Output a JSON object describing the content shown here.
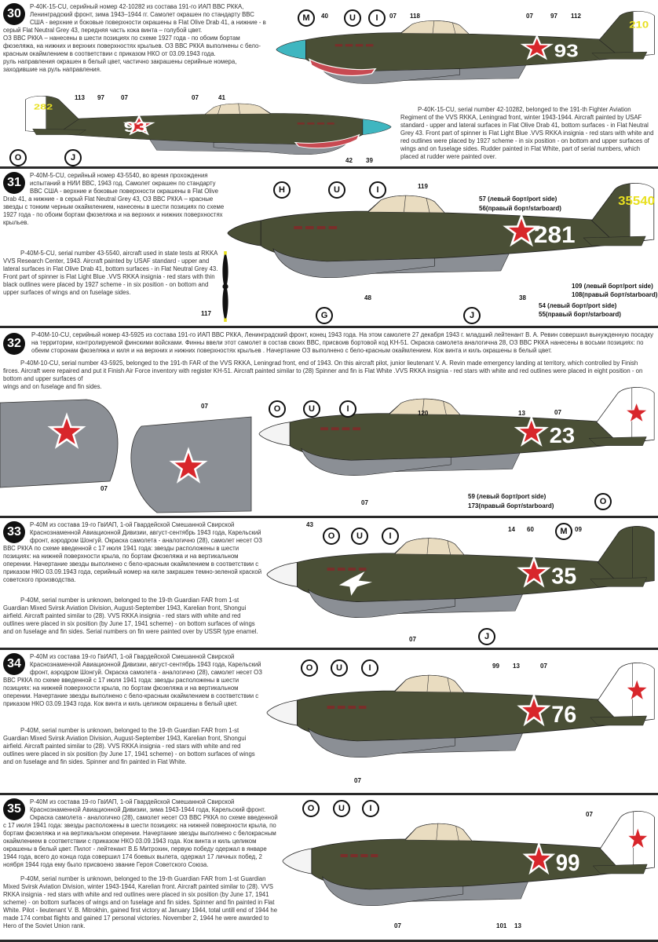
{
  "colors": {
    "olive": "#4a4f36",
    "grey": "#8b8f95",
    "star": "#d8262b",
    "spinner_blue": "#3fb6c0",
    "yellow": "#e8e020",
    "canopy": "#e9dcc0"
  },
  "panels": [
    {
      "number": "30",
      "ru": "P-40K-15-CU, серийный номер 42-10282 из состава 191-го ИАП ВВС РККА, Ленинградский фронт, зима 1943–1944 гг.  Самолет окрашен по стандарту ВВС США -  верхние и боковые поверхности окрашены в Flat Olive Drab 41, а нижние - в серый Flat Neutral Grey 43, передняя часть кока винта – голубой цвет.\nОЗ ВВС РККА – нанесены в шести позициях по схеме 1927 года - по обоим бортам фюзеляжа, на нижних и верхних поверхностях крыльев. ОЗ ВВС РККА выполнены с бело-красным окаймлением в соответствии с приказом НКО  от 03.09.1943 года.\nруль направления окрашен в белый цвет, частично закрашены серийные номера, заходившие на руль направления.",
      "en": "P-40K-15-CU, serial number 42-10282, belonged to the 191-th Fighter Aviation Regiment  of the VVS RKKA, Leningrad front, winter 1943-1944. Aircraft painted by USAF standard - upper and lateral surfaces in Flat Olive Drab 41, bottom surfaces - in Flat Neutral Grey 43. Front part of spinner is Flat Light Blue .VVS RKKA insignia - red stars with white and red outlines  were placed by 1927 scheme -  in six position - on bottom and upper surfaces of wings and on fuselage sides. Rudder painted in Flat White, part of serial numbers, which placed at rudder were painted over.",
      "planes": [
        {
          "serial": "93",
          "tail": "210"
        },
        {
          "serial": "93",
          "tail": "282"
        }
      ],
      "callouts": [
        "M",
        "40",
        "U",
        "I",
        "07",
        "118",
        "07",
        "97",
        "112",
        "113",
        "97",
        "07",
        "07",
        "41",
        "O",
        "J",
        "42",
        "39"
      ]
    },
    {
      "number": "31",
      "ru": "P-40M-5-CU,  серийный номер 43-5540,  во время прохождения испытаний в НИИ ВВС, 1943 год. Самолет окрашен по стандарту ВВС США -  верхние и боковые поверхности окрашены в Flat Olive Drab 41, а нижние - в серый Flat Neutral Grey 43, ОЗ ВВС РККА – красные звезды с тонким черным окаймлением, нанесены в шести позициях по схеме 1927 года - по обоим бортам фюзеляжа и на верхних и нижних поверхностях крыльев.",
      "en": "P-40M-5-CU, serial number 43-5540, aircraft used in state tests at RKKA VVS Research Center, 1943. Aircraft painted by USAF standard - upper and lateral surfaces in Flat Olive Drab 41, bottom surfaces - in Flat Neutral Grey 43. Front part of spinner is Flat Light Blue .VVS RKKA insignia - red stars with thin black outlines  were placed by 1927 scheme -  in six position - on bottom and upper surfaces of wings and on fuselage sides.",
      "planes": [
        {
          "serial": "281",
          "tail": "35540"
        }
      ],
      "callouts": [
        "57 (левый борт/port side)",
        "56(правый борт/starboard)",
        "117",
        "H",
        "U",
        "I",
        "119",
        "109 (левый борт/port side)",
        "108(правый борт/starboard)",
        "G",
        "48",
        "J",
        "38",
        "54 (левый борт/port side)",
        "55(правый борт/starboard)"
      ]
    },
    {
      "number": "32",
      "ru": "P-40M-10-CU, серийный номер 43-5925 из состава 191-го ИАП ВВС РККА, Ленинградский фронт, конец 1943 года. На этом самолете 27 декабря 1943 г. младший лейтенант В. А. Ревин совершил вынужденную посадку на территории, контролируемой финскими войсками. Финны ввели этот самолет в состав своих ВВС, присвоив бортовой код KH-51. Окраска самолета аналогична 28, ОЗ ВВС РККА нанесены в восьми позициях: по обеим сторонам фюзеляжа и киля и на верхних и нижних поверхностях крыльев . Начертание ОЗ выполнено с бело-красным окаймлением. Кок винта и киль окрашены в белый цвет.",
      "en": "P-40M-10-CU, serial number 43-5925, belonged to the 191-th FAR of the VVS RKKA, Leningrad front, end of 1943. On this aircraft pilot, junior lieutenant V. A. Revin made emergency landing at territory, which controlled by Finish firces. Aircraft were repaired and put it Finish Air Force inventory with register KH-51.  Aircraft painted similar to (28) Spinner and fin is Flat White .VVS RKKA insignia - red stars with white and red outlines were placed in eight position - on bottom and upper surfaces of\nwings and on fuselage and fin sides.",
      "planes": [
        {
          "serial": "23",
          "tail": ""
        }
      ],
      "callouts": [
        "O",
        "U",
        "I",
        "120",
        "13",
        "07",
        "07",
        "07",
        "07",
        "59 (левый борт/port side)",
        "173(правый борт/starboard)",
        "O"
      ]
    },
    {
      "number": "33",
      "ru": "P-40M из состава 19-го ГвИАП, 1-ой Гвардейской Смешанной Свирской Краснознаменной Авиационной Дивизии, август-сентябрь 1943 года, Карельский фронт, аэродром Шонгуй. Окраска самолета - аналогично (28), самолет несет ОЗ ВВС РККА по схеме введенной с 17 июля 1941 года: звезды расположены в шести позициях: на нижней поверхности крыла, по бортам фюзеляжа и на вертикальном оперении. Начертание звезды выполнено с бело-красным окаймлением в соответствии с приказом НКО 03.09.1943 года, серийный номер на киле закрашен темно-зеленой краской советского производства.",
      "en": "P-40M, serial number is unknown, belonged to the 19-th Guardian FAR from 1-st Guardian Mixed Svirsk Aviation Division, August-September 1943, Karelian front, Shongui airfield. Aircraft painted similar to (28). VVS RKKA insignia - red stars with white and red outlines were placed in six position (by June 17, 1941 scheme) - on bottom surfaces of wings and on fuselage and fin sides. Serial numbers on fin were painted over by USSR type enamel.",
      "planes": [
        {
          "serial": "35",
          "tail": ""
        }
      ],
      "callouts": [
        "43",
        "O",
        "U",
        "I",
        "14",
        "60",
        "M",
        "09",
        "07",
        "J"
      ]
    },
    {
      "number": "34",
      "ru": "P-40M из состава 19-го ГвИАП, 1-ой Гвардейской Смешанной Свирской Краснознаменной Авиационной Дивизии, август-сентябрь 1943 года, Карельский фронт, аэродром Шонгуй. Окраска самолета - аналогично (28), самолет несет ОЗ ВВС РККА по схеме введенной с 17 июля 1941 года: звезды расположены в шести позициях: на нижней поверхности крыла, по бортам фюзеляжа и на вертикальном оперении. Начертание звезды выполнено с бело-красным окаймлением в соответствии с приказом НКО 03.09.1943 года. Кок винта и киль целиком окрашены в белый цвет.",
      "en": "P-40M, serial number is unknown, belonged to the 19-th Guardian FAR from 1-st Guardian Mixed Svirsk Aviation Division, August-September 1943, Karelian front, Shongui airfield. Aircraft painted similar to (28). VVS RKKA insignia - red stars with white and red outlines were placed in six position (by June 17, 1941 scheme) - on bottom surfaces of wings and on fuselage and fin sides. Spinner and fin painted in Flat White.",
      "planes": [
        {
          "serial": "76",
          "tail": ""
        }
      ],
      "callouts": [
        "O",
        "U",
        "I",
        "99",
        "13",
        "07",
        "07"
      ]
    },
    {
      "number": "35",
      "ru": "P-40M из состава 19-го ГвИАП, 1-ой Гвардейской Смешанной Свирской Краснознаменной Авиационной Дивизии, зима 1943-1944 года, Карельский фронт. Окраска самолета - аналогично (28), самолет несет ОЗ ВВС РККА по схеме введенной с 17 июля 1941 года: звезды расположены в шести позициях: на нижней поверхности крыла, по бортам фюзеляжа и на вертикальном оперении. Начертание звезды выполнено с белокрасным окаймлением в соответствии с приказом НКО 03.09.1943 года. Кок винта и киль целиком окрашены в белый цвет. Пилот - лейтенант В.Б Митрохин, первую победу одержал в январе 1944 года, всего до конца года совершил 174 боевых вылета, одержал 17 личных побед, 2 ноября 1944 года ему было присвоено звание Героя Советского Союза.",
      "en": "P-40M, serial number is unknown, belonged to the 19-th Guardian FAR from 1-st Guardian Mixed Svirsk Aviation Division, winter 1943-1944, Karelian front. Aircraft painted similar to (28). VVS RKKA insignia - red stars with white and red outlines were placed in six position (by June 17, 1941 scheme) - on bottom surfaces of wings and on fuselage and fin sides. Spinner and fin painted in Flat White. Pilot - lieutenant V. B. Mitrokhin, gained first victory at January 1944, total untill end of 1944 he made 174 combat flights and gained 17 personal victories. November 2, 1944 he were awarded to Hero of the Soviet Union rank.",
      "planes": [
        {
          "serial": "99",
          "tail": ""
        }
      ],
      "callouts": [
        "O",
        "U",
        "I",
        "07",
        "07",
        "101",
        "13"
      ]
    }
  ]
}
